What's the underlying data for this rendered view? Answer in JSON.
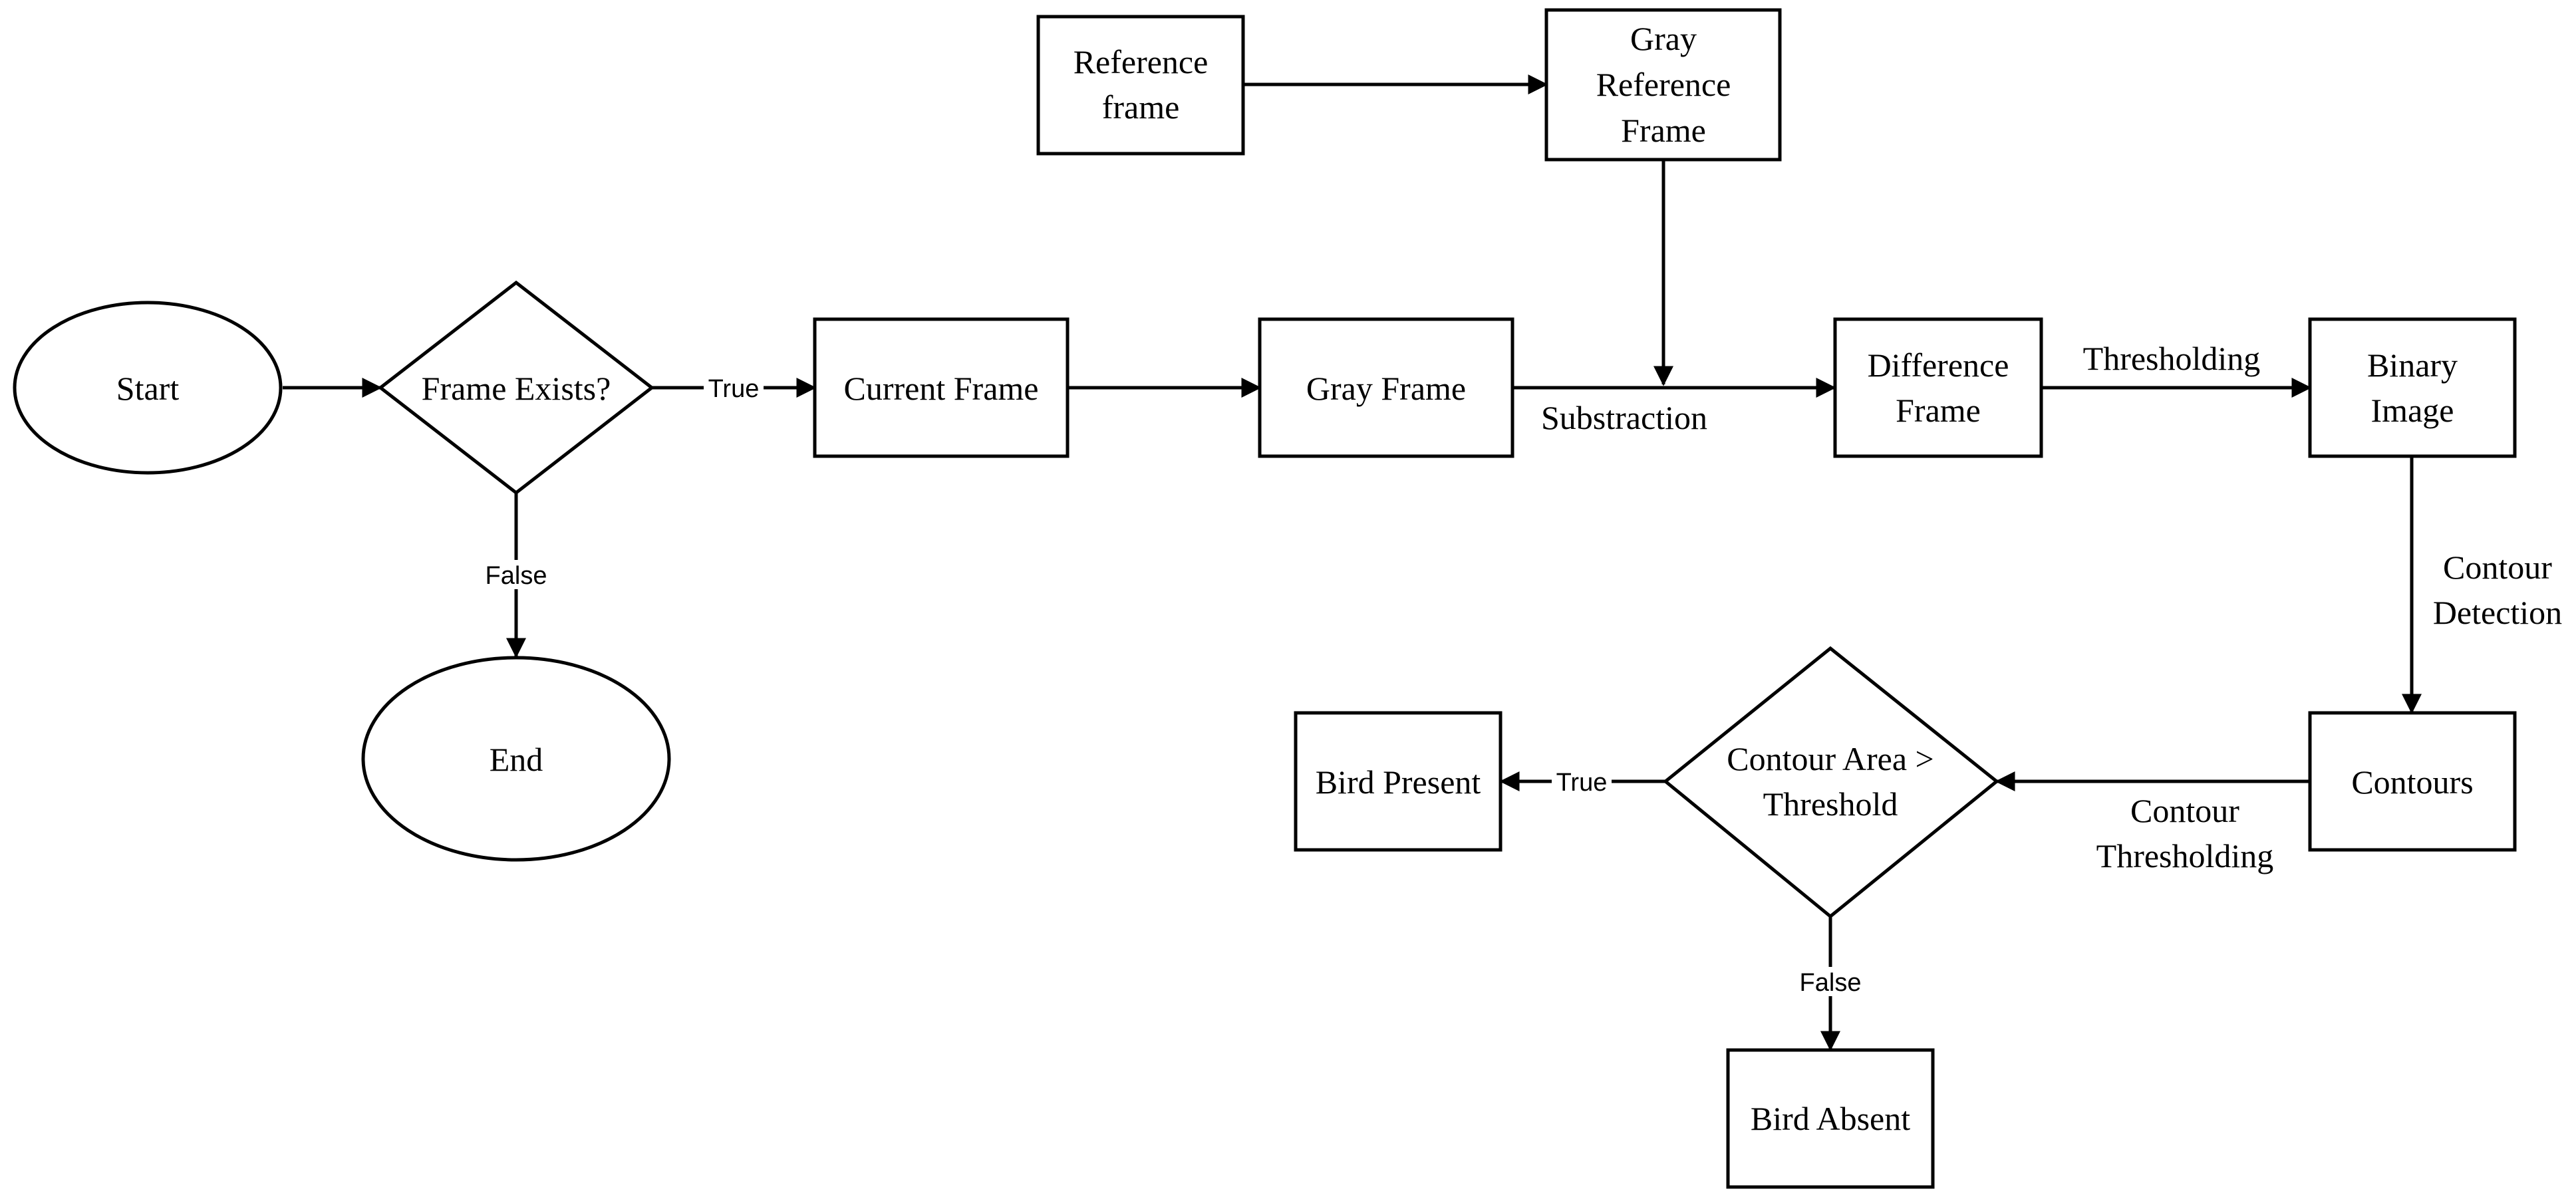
{
  "nodes": {
    "start": {
      "shape": "ellipse",
      "lines": [
        "Start"
      ]
    },
    "frame_exists": {
      "shape": "diamond",
      "lines": [
        "Frame Exists?"
      ]
    },
    "end": {
      "shape": "ellipse",
      "lines": [
        "End"
      ]
    },
    "current_frame": {
      "shape": "rect",
      "lines": [
        "Current Frame"
      ]
    },
    "gray_frame": {
      "shape": "rect",
      "lines": [
        "Gray Frame"
      ]
    },
    "reference_frame": {
      "shape": "rect",
      "lines": [
        "Reference",
        "frame"
      ]
    },
    "gray_reference_frame": {
      "shape": "rect",
      "lines": [
        "Gray",
        "Reference",
        "Frame"
      ]
    },
    "difference_frame": {
      "shape": "rect",
      "lines": [
        "Difference",
        "Frame"
      ]
    },
    "binary_image": {
      "shape": "rect",
      "lines": [
        "Binary",
        "Image"
      ]
    },
    "contours": {
      "shape": "rect",
      "lines": [
        "Contours"
      ]
    },
    "contour_area_check": {
      "shape": "diamond",
      "lines": [
        "Contour Area >",
        "Threshold"
      ]
    },
    "bird_present": {
      "shape": "rect",
      "lines": [
        "Bird Present"
      ]
    },
    "bird_absent": {
      "shape": "rect",
      "lines": [
        "Bird Absent"
      ]
    }
  },
  "edge_labels": {
    "frame_exists_true": "True",
    "frame_exists_false": "False",
    "subtraction": "Substraction",
    "thresholding": "Thresholding",
    "contour_detection": [
      "Contour",
      "Detection"
    ],
    "contour_thresholding": [
      "Contour",
      "Thresholding"
    ],
    "contour_area_true": "True",
    "contour_area_false": "False"
  },
  "style": {
    "stroke_color": "#000000",
    "fill_color": "#ffffff",
    "background": "#ffffff"
  }
}
